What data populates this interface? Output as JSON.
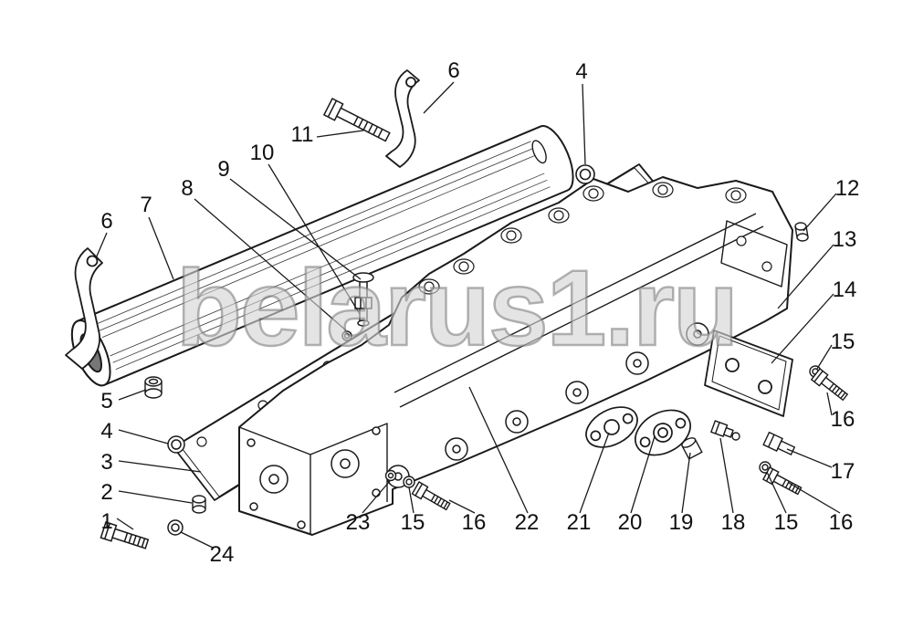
{
  "style": {
    "background": "#ffffff",
    "line_color": "#1a1a1a",
    "watermark_color": "#9a9a9a"
  },
  "watermark": {
    "text": "belarus1.ru"
  },
  "callouts": [
    {
      "label": "6"
    },
    {
      "label": "11"
    },
    {
      "label": "4"
    },
    {
      "label": "12"
    },
    {
      "label": "13"
    },
    {
      "label": "14"
    },
    {
      "label": "15"
    },
    {
      "label": "16"
    },
    {
      "label": "17"
    },
    {
      "label": "6"
    },
    {
      "label": "7"
    },
    {
      "label": "8"
    },
    {
      "label": "9"
    },
    {
      "label": "10"
    },
    {
      "label": "5"
    },
    {
      "label": "4"
    },
    {
      "label": "3"
    },
    {
      "label": "2"
    },
    {
      "label": "1"
    },
    {
      "label": "24"
    },
    {
      "label": "23"
    },
    {
      "label": "15"
    },
    {
      "label": "16"
    },
    {
      "label": "22"
    },
    {
      "label": "21"
    },
    {
      "label": "20"
    },
    {
      "label": "19"
    },
    {
      "label": "18"
    },
    {
      "label": "15"
    },
    {
      "label": "16"
    }
  ]
}
